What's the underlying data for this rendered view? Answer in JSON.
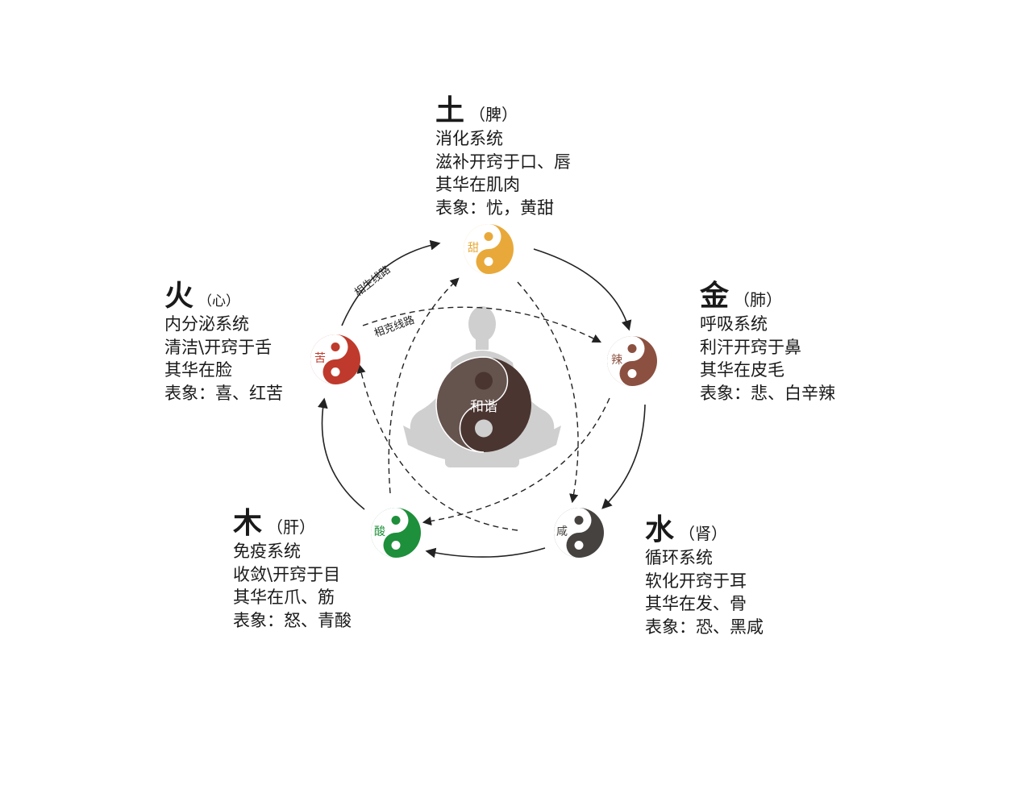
{
  "center_label": "和谐",
  "sheng_label": "相生线路",
  "ke_label": "相克线路",
  "elements": [
    {
      "key": "earth",
      "char": "土",
      "organ": "（脾）",
      "taste": "甜",
      "color": "#e8a93a",
      "lines": [
        "消化系统",
        "滋补开窍于口、唇",
        "其华在肌肉",
        "表象：忧，黄甜"
      ]
    },
    {
      "key": "metal",
      "char": "金",
      "organ": "（肺）",
      "taste": "辣",
      "color": "#8b5040",
      "lines": [
        "呼吸系统",
        "利汗开窍于鼻",
        "其华在皮毛",
        "表象：悲、白辛辣"
      ]
    },
    {
      "key": "water",
      "char": "水",
      "organ": "（肾）",
      "taste": "咸",
      "color": "#454240",
      "lines": [
        "循环系统",
        "软化开窍于耳",
        "其华在发、骨",
        "表象：恐、黑咸"
      ]
    },
    {
      "key": "wood",
      "char": "木",
      "organ": "（肝）",
      "taste": "酸",
      "color": "#1e8f3a",
      "lines": [
        "免疫系统",
        "收敛\\开窍于目",
        "其华在爪、筋",
        "表象：怒、青酸"
      ]
    },
    {
      "key": "fire",
      "char": "火",
      "organ": "（心）",
      "taste": "苦",
      "color": "#bf3a2c",
      "lines": [
        "内分泌系统",
        "清洁\\开窍于舌",
        "其华在脸",
        "表象：喜、红苦"
      ]
    }
  ],
  "center_color": "#4a3530",
  "figure_color": "#cfcfcf"
}
